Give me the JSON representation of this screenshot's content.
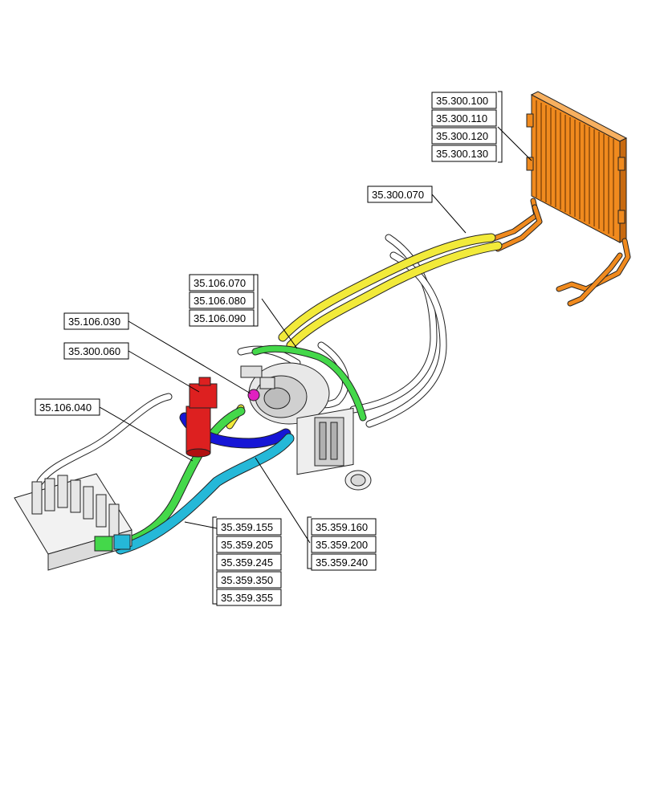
{
  "colors": {
    "yellow": "#f2ea3a",
    "green": "#44d84a",
    "blue": "#1616d6",
    "cyan": "#25b8d8",
    "red": "#dd2020",
    "magenta": "#e020c0",
    "orange": "#f08a1e",
    "white": "#ffffff",
    "grey": "#d8d8d8"
  },
  "labels": {
    "g_300_100": [
      "35.300.100",
      "35.300.110",
      "35.300.120",
      "35.300.130"
    ],
    "g_300_070": [
      "35.300.070"
    ],
    "g_106_070": [
      "35.106.070",
      "35.106.080",
      "35.106.090"
    ],
    "g_106_030": [
      "35.106.030"
    ],
    "g_300_060": [
      "35.300.060"
    ],
    "g_106_040": [
      "35.106.040"
    ],
    "g_359_155": [
      "35.359.155",
      "35.359.205",
      "35.359.245",
      "35.359.350",
      "35.359.355"
    ],
    "g_359_160": [
      "35.359.160",
      "35.359.200",
      "35.359.240"
    ]
  }
}
